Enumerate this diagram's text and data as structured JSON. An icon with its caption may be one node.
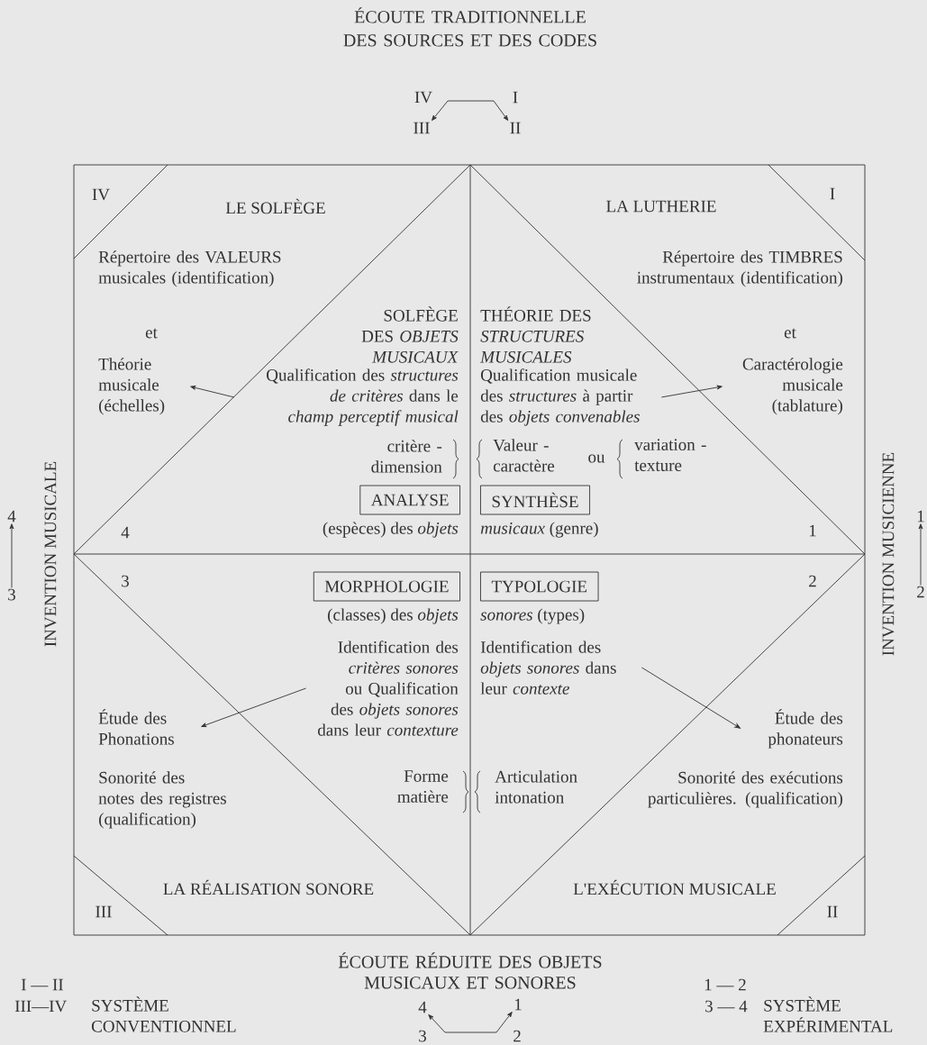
{
  "diagram": {
    "title": "ÉCOUTE TRADITIONNELLE DES SOURCES ET DES CODES",
    "caption": "ÉCOUTE RÉDUITE DES OBJETS MUSICAUX ET SONORES",
    "nodes": [
      {
        "text": [
          "ANALYSE"
        ]
      },
      {
        "text": [
          "SYNTHÈSE"
        ]
      },
      {
        "text": [
          "MORPHOLOGIE"
        ]
      },
      {
        "text": [
          "TYPOLOGIE"
        ]
      },
      {
        "text": [
          "Qualification des *structures de critères* dans le *champ perceptif musical*"
        ]
      },
      {
        "text": [
          "Théorie musicale (échelles)"
        ]
      },
      {
        "text": [
          "Qualification musicale des *structures* à partir des *objets convenables*"
        ]
      },
      {
        "text": [
          "Caractérologie musicale (tablature)"
        ]
      },
      {
        "text": [
          "Identification des *critères sonores* ou Qualification des *objets sonores* dans leur *contexture*"
        ]
      },
      {
        "text": [
          "Étude des Phonations"
        ]
      },
      {
        "text": [
          "Identification des *objets sonores* dans leur *contexte*"
        ]
      },
      {
        "text": [
          "Étude des phonateurs"
        ]
      },
      {
        "text": [
          "IV"
        ]
      },
      {
        "text": [
          "I"
        ]
      },
      {
        "text": [
          "III"
        ]
      },
      {
        "text": [
          "II"
        ]
      },
      {
        "text": [
          "4"
        ]
      },
      {
        "text": [
          "1"
        ]
      },
      {
        "text": [
          "3"
        ]
      },
      {
        "text": [
          "2"
        ]
      },
      {
        "text": [
          "4"
        ]
      },
      {
        "text": [
          "3"
        ]
      },
      {
        "text": [
          "1"
        ]
      },
      {
        "text": [
          "2"
        ]
      }
    ],
    "edges": [
      {
        "from": 4,
        "to": 5,
        "arrow": "to"
      },
      {
        "from": 6,
        "to": 7,
        "arrow": "to"
      },
      {
        "from": 8,
        "to": 9,
        "arrow": "to"
      },
      {
        "from": 10,
        "to": 11,
        "arrow": "to"
      },
      {
        "from": 14,
        "to": 15,
        "arrow": "both"
      },
      {
        "from": 16,
        "to": 17,
        "arrow": "both"
      },
      {
        "from": 21,
        "to": 20,
        "arrow": "to"
      },
      {
        "from": 23,
        "to": 22,
        "arrow": "to"
      }
    ],
    "labels": [
      "IV",
      "LE SOLFÈGE",
      "LA LUTHERIE",
      "I",
      "Répertoire des VALEURS musicales (identification)",
      "et",
      "Répertoire des TIMBRES instrumentaux (identification)",
      "et",
      "SOLFÈGE DES *OBJETS MUSICAUX*",
      "THÉORIE DES *STRUCTURES MUSICALES*",
      "critère - dimension",
      "Valeur - caractère",
      "ou",
      "variation - texture",
      "4",
      "(espèces) des *objets*",
      "*musicaux* (genre)",
      "1",
      "3",
      "2",
      "(classes) des *objets*",
      "*sonores* (types)",
      "Sonorité des notes des registres (qualification)",
      "Forme matière",
      "Articulation intonation",
      "Sonorité des exécutions particulières. (qualification)",
      "LA RÉALISATION SONORE",
      "L'EXÉCUTION MUSICALE",
      "III",
      "II",
      "INVENTION MUSICALE",
      "INVENTION MUSICIENNE",
      "I — II",
      "III—IV",
      "SYSTÈME CONVENTIONNEL",
      "1 — 2",
      "3 — 4",
      "SYSTÈME EXPÉRIMENTAL"
    ]
  }
}
